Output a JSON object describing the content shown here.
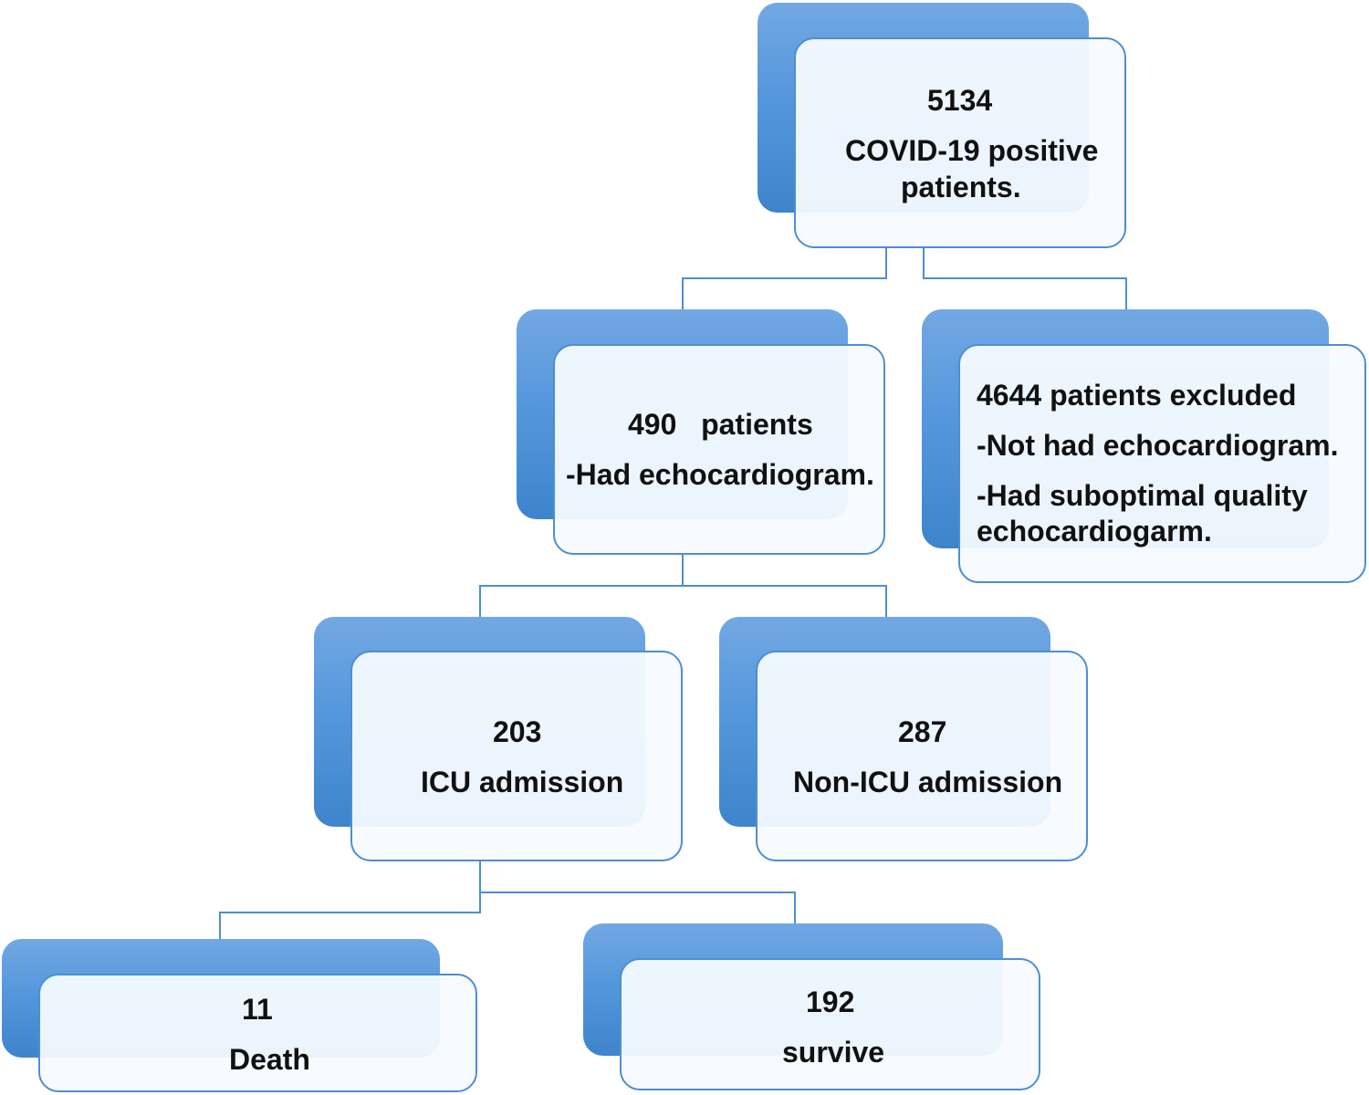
{
  "nodes": {
    "total": {
      "count": "5134",
      "line1": "COVID-19 positive",
      "line2": "patients."
    },
    "echo": {
      "count": "490   patients",
      "detail": "-Had echocardiogram."
    },
    "excluded": {
      "title": "4644 patients excluded",
      "reason1": "-Not had echocardiogram.",
      "reason2_line1": "-Had suboptimal quality",
      "reason2_line2": "echocardiogarm."
    },
    "icu": {
      "count": "203",
      "label": "ICU admission"
    },
    "non_icu": {
      "count": "287",
      "label": "Non-ICU admission"
    },
    "death": {
      "count": "11",
      "label": "Death"
    },
    "survive": {
      "count": "192",
      "label": "survive"
    }
  },
  "colors": {
    "box_gradient_top": "#72a8e3",
    "box_gradient_bottom": "#3e84cc",
    "border": "#4f8ed0",
    "connector": "#4f8ed0",
    "text": "#111111"
  }
}
